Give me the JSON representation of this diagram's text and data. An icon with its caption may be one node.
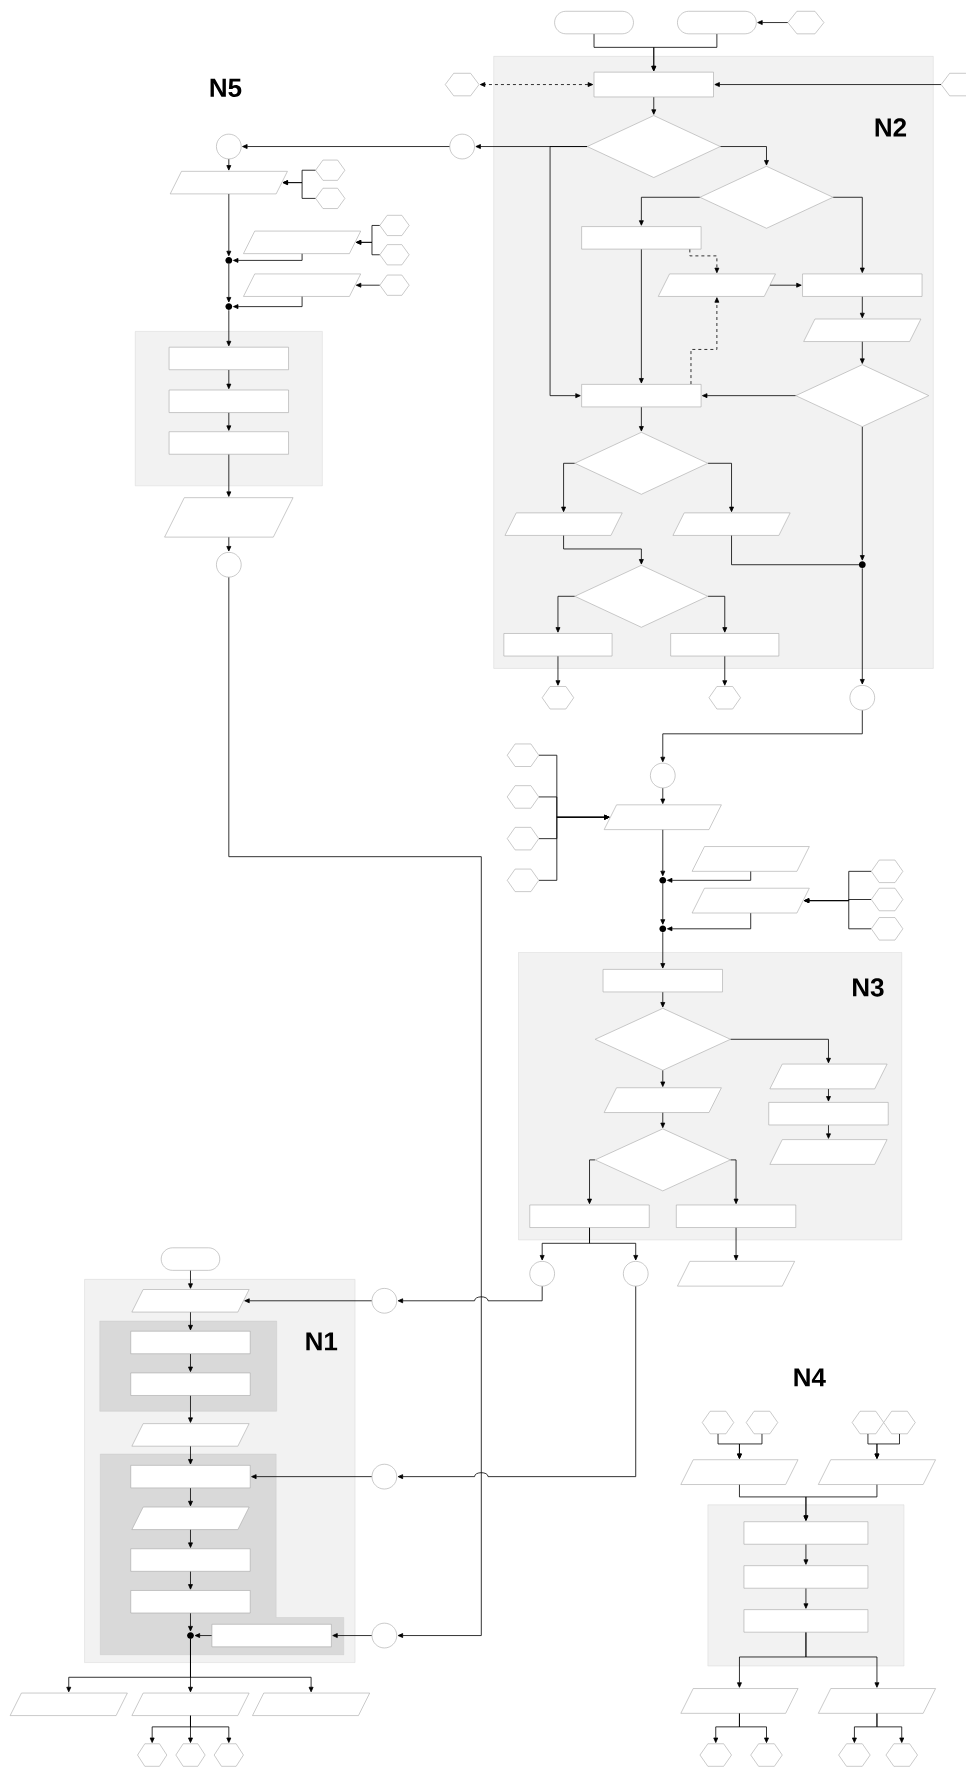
{
  "diagram": {
    "nodes": [
      {
        "text": [],
        "shape": "terminal"
      },
      {
        "text": [],
        "shape": "terminal"
      },
      {
        "text": [],
        "shape": "hexagon"
      },
      {
        "text": [
          "N2"
        ]
      },
      {
        "text": [],
        "shape": "box",
        "in": 3
      },
      {
        "text": [],
        "shape": "hexagon"
      },
      {
        "text": [],
        "shape": "hexagon"
      },
      {
        "text": [],
        "shape": "diamond",
        "in": 3
      },
      {
        "text": [],
        "shape": "circle"
      },
      {
        "text": [],
        "shape": "diamond",
        "in": 3
      },
      {
        "text": [],
        "shape": "box",
        "in": 3
      },
      {
        "text": [],
        "shape": "parallelogram",
        "in": 3
      },
      {
        "text": [],
        "shape": "box",
        "in": 3
      },
      {
        "text": [],
        "shape": "parallelogram",
        "in": 3
      },
      {
        "text": [],
        "shape": "diamond",
        "in": 3
      },
      {
        "text": [],
        "shape": "box",
        "in": 3
      },
      {
        "text": [],
        "shape": "diamond",
        "in": 3
      },
      {
        "text": [],
        "shape": "parallelogram",
        "in": 3
      },
      {
        "text": [],
        "shape": "parallelogram",
        "in": 3
      },
      {
        "text": [],
        "shape": "dot",
        "in": 3
      },
      {
        "text": [],
        "shape": "diamond",
        "in": 3
      },
      {
        "text": [],
        "shape": "box",
        "in": 3
      },
      {
        "text": [],
        "shape": "box",
        "in": 3
      },
      {
        "text": [],
        "shape": "hexagon"
      },
      {
        "text": [],
        "shape": "hexagon"
      },
      {
        "text": [],
        "shape": "circle"
      },
      {
        "text": [],
        "shape": "circle"
      },
      {
        "text": [],
        "shape": "parallelogram"
      },
      {
        "text": [],
        "shape": "hexagon"
      },
      {
        "text": [],
        "shape": "hexagon"
      },
      {
        "text": [],
        "shape": "parallelogram"
      },
      {
        "text": [],
        "shape": "hexagon"
      },
      {
        "text": [],
        "shape": "hexagon"
      },
      {
        "text": [],
        "shape": "dot"
      },
      {
        "text": [],
        "shape": "parallelogram"
      },
      {
        "text": [],
        "shape": "hexagon"
      },
      {
        "text": [],
        "shape": "dot"
      },
      {
        "text": [],
        "shape": "box"
      },
      {
        "text": [],
        "shape": "box",
        "in": 37
      },
      {
        "text": [],
        "shape": "box",
        "in": 37
      },
      {
        "text": [],
        "shape": "box",
        "in": 37
      },
      {
        "text": [],
        "shape": "parallelogram"
      },
      {
        "text": [],
        "shape": "circle"
      },
      {
        "text": [],
        "shape": "circle"
      },
      {
        "text": [],
        "shape": "hexagon"
      },
      {
        "text": [],
        "shape": "hexagon"
      },
      {
        "text": [],
        "shape": "hexagon"
      },
      {
        "text": [],
        "shape": "hexagon"
      },
      {
        "text": [],
        "shape": "parallelogram"
      },
      {
        "text": [],
        "shape": "parallelogram"
      },
      {
        "text": [],
        "shape": "dot"
      },
      {
        "text": [],
        "shape": "parallelogram"
      },
      {
        "text": [],
        "shape": "hexagon"
      },
      {
        "text": [],
        "shape": "hexagon"
      },
      {
        "text": [],
        "shape": "hexagon"
      },
      {
        "text": [],
        "shape": "dot"
      },
      {
        "text": [
          "N3"
        ]
      },
      {
        "text": [],
        "shape": "box",
        "in": 56
      },
      {
        "text": [],
        "shape": "diamond",
        "in": 56
      },
      {
        "text": [],
        "shape": "parallelogram",
        "in": 56
      },
      {
        "text": [],
        "shape": "box",
        "in": 56
      },
      {
        "text": [],
        "shape": "parallelogram",
        "in": 56
      },
      {
        "text": [],
        "shape": "parallelogram",
        "in": 56
      },
      {
        "text": [],
        "shape": "diamond",
        "in": 56
      },
      {
        "text": [],
        "shape": "box",
        "in": 56
      },
      {
        "text": [],
        "shape": "box",
        "in": 56
      },
      {
        "text": [],
        "shape": "circle"
      },
      {
        "text": [],
        "shape": "circle"
      },
      {
        "text": [],
        "shape": "parallelogram"
      },
      {
        "text": [],
        "shape": "terminal"
      },
      {
        "text": [
          "N1"
        ]
      },
      {
        "text": [],
        "shape": "parallelogram",
        "in": 70
      },
      {
        "text": [],
        "shape": "box",
        "in": 70
      },
      {
        "text": [],
        "shape": "box",
        "in": 72
      },
      {
        "text": [],
        "shape": "box",
        "in": 72
      },
      {
        "text": [],
        "shape": "parallelogram",
        "in": 70
      },
      {
        "text": [],
        "shape": "box",
        "in": 70
      },
      {
        "text": [],
        "shape": "box",
        "in": 76
      },
      {
        "text": [],
        "shape": "parallelogram",
        "in": 76
      },
      {
        "text": [],
        "shape": "box",
        "in": 76
      },
      {
        "text": [],
        "shape": "box",
        "in": 76
      },
      {
        "text": [],
        "shape": "dot",
        "in": 76
      },
      {
        "text": [],
        "shape": "box",
        "in": 76
      },
      {
        "text": [],
        "shape": "circle"
      },
      {
        "text": [],
        "shape": "circle"
      },
      {
        "text": [],
        "shape": "circle"
      },
      {
        "text": [],
        "shape": "parallelogram"
      },
      {
        "text": [],
        "shape": "parallelogram"
      },
      {
        "text": [],
        "shape": "parallelogram"
      },
      {
        "text": [],
        "shape": "hexagon"
      },
      {
        "text": [],
        "shape": "hexagon"
      },
      {
        "text": [],
        "shape": "hexagon"
      },
      {
        "text": [],
        "shape": "hexagon"
      },
      {
        "text": [],
        "shape": "hexagon"
      },
      {
        "text": [],
        "shape": "hexagon"
      },
      {
        "text": [],
        "shape": "hexagon"
      },
      {
        "text": [],
        "shape": "parallelogram"
      },
      {
        "text": [],
        "shape": "parallelogram"
      },
      {
        "text": [],
        "shape": "box"
      },
      {
        "text": [],
        "shape": "box",
        "in": 98
      },
      {
        "text": [],
        "shape": "box",
        "in": 98
      },
      {
        "text": [],
        "shape": "box",
        "in": 98
      },
      {
        "text": [],
        "shape": "parallelogram"
      },
      {
        "text": [],
        "shape": "parallelogram"
      },
      {
        "text": [],
        "shape": "hexagon"
      },
      {
        "text": [],
        "shape": "hexagon"
      },
      {
        "text": [],
        "shape": "hexagon"
      },
      {
        "text": [],
        "shape": "hexagon"
      }
    ],
    "edges": [
      {
        "from": 0,
        "to": 4,
        "arrow": "to"
      },
      {
        "from": 1,
        "to": 4,
        "arrow": "to"
      },
      {
        "from": 2,
        "to": 1,
        "arrow": "to"
      },
      {
        "from": 4,
        "to": 5,
        "arrow": "both",
        "style": "dashed"
      },
      {
        "from": 6,
        "to": 4,
        "arrow": "to"
      },
      {
        "from": 4,
        "to": 7,
        "arrow": "to"
      },
      {
        "from": 7,
        "to": 8,
        "arrow": "to"
      },
      {
        "from": 7,
        "to": 15,
        "arrow": "to"
      },
      {
        "from": 8,
        "to": 26,
        "arrow": "to"
      },
      {
        "from": 7,
        "to": 9,
        "arrow": "to"
      },
      {
        "from": 9,
        "to": 10,
        "arrow": "to"
      },
      {
        "from": 9,
        "to": 12,
        "arrow": "to"
      },
      {
        "from": 10,
        "to": 11,
        "arrow": "to",
        "style": "dashed"
      },
      {
        "from": 11,
        "to": 12,
        "arrow": "to"
      },
      {
        "from": 10,
        "to": 15,
        "arrow": "to"
      },
      {
        "from": 15,
        "to": 11,
        "arrow": "to",
        "style": "dashed"
      },
      {
        "from": 12,
        "to": 13,
        "arrow": "to"
      },
      {
        "from": 13,
        "to": 14,
        "arrow": "to"
      },
      {
        "from": 14,
        "to": 15,
        "arrow": "to"
      },
      {
        "from": 14,
        "to": 19,
        "arrow": "to"
      },
      {
        "from": 15,
        "to": 16,
        "arrow": "to"
      },
      {
        "from": 16,
        "to": 17,
        "arrow": "to"
      },
      {
        "from": 16,
        "to": 18,
        "arrow": "to"
      },
      {
        "from": 17,
        "to": 20,
        "arrow": "to"
      },
      {
        "from": 18,
        "to": 19,
        "arrow": "to"
      },
      {
        "from": 19,
        "to": 25,
        "arrow": "to"
      },
      {
        "from": 20,
        "to": 21,
        "arrow": "to"
      },
      {
        "from": 20,
        "to": 22,
        "arrow": "to"
      },
      {
        "from": 21,
        "to": 23,
        "arrow": "to"
      },
      {
        "from": 22,
        "to": 24,
        "arrow": "to"
      },
      {
        "from": 25,
        "to": 43,
        "arrow": "to"
      },
      {
        "from": 26,
        "to": 27,
        "arrow": "to"
      },
      {
        "from": 28,
        "to": 27,
        "arrow": "to"
      },
      {
        "from": 29,
        "to": 27,
        "arrow": "to"
      },
      {
        "from": 27,
        "to": 33,
        "arrow": "to"
      },
      {
        "from": 31,
        "to": 30,
        "arrow": "to"
      },
      {
        "from": 32,
        "to": 30,
        "arrow": "to"
      },
      {
        "from": 30,
        "to": 33,
        "arrow": "to"
      },
      {
        "from": 33,
        "to": 36,
        "arrow": "to"
      },
      {
        "from": 35,
        "to": 34,
        "arrow": "to"
      },
      {
        "from": 34,
        "to": 36,
        "arrow": "to"
      },
      {
        "from": 36,
        "to": 38,
        "arrow": "to"
      },
      {
        "from": 38,
        "to": 39,
        "arrow": "to"
      },
      {
        "from": 39,
        "to": 40,
        "arrow": "to"
      },
      {
        "from": 40,
        "to": 41,
        "arrow": "to"
      },
      {
        "from": 41,
        "to": 42,
        "arrow": "to"
      },
      {
        "from": 42,
        "to": 85,
        "arrow": "to"
      },
      {
        "from": 43,
        "to": 48,
        "arrow": "to"
      },
      {
        "from": 44,
        "to": 48,
        "arrow": "to"
      },
      {
        "from": 45,
        "to": 48,
        "arrow": "to"
      },
      {
        "from": 46,
        "to": 48,
        "arrow": "to"
      },
      {
        "from": 47,
        "to": 48,
        "arrow": "to"
      },
      {
        "from": 48,
        "to": 50,
        "arrow": "to"
      },
      {
        "from": 49,
        "to": 50,
        "arrow": "to"
      },
      {
        "from": 50,
        "to": 55,
        "arrow": "to"
      },
      {
        "from": 52,
        "to": 51,
        "arrow": "to"
      },
      {
        "from": 53,
        "to": 51,
        "arrow": "to"
      },
      {
        "from": 54,
        "to": 51,
        "arrow": "to"
      },
      {
        "from": 51,
        "to": 55,
        "arrow": "to"
      },
      {
        "from": 55,
        "to": 57,
        "arrow": "to"
      },
      {
        "from": 57,
        "to": 58,
        "arrow": "to"
      },
      {
        "from": 58,
        "to": 59,
        "arrow": "to"
      },
      {
        "from": 59,
        "to": 60,
        "arrow": "to"
      },
      {
        "from": 60,
        "to": 61,
        "arrow": "to"
      },
      {
        "from": 58,
        "to": 62,
        "arrow": "to"
      },
      {
        "from": 62,
        "to": 63,
        "arrow": "to"
      },
      {
        "from": 63,
        "to": 64,
        "arrow": "to"
      },
      {
        "from": 63,
        "to": 65,
        "arrow": "to"
      },
      {
        "from": 64,
        "to": 66,
        "arrow": "to"
      },
      {
        "from": 64,
        "to": 67,
        "arrow": "to"
      },
      {
        "from": 65,
        "to": 68,
        "arrow": "to"
      },
      {
        "from": 66,
        "to": 83,
        "arrow": "to"
      },
      {
        "from": 67,
        "to": 84,
        "arrow": "to"
      },
      {
        "from": 83,
        "to": 71,
        "arrow": "to"
      },
      {
        "from": 84,
        "to": 77,
        "arrow": "to"
      },
      {
        "from": 85,
        "to": 82,
        "arrow": "to"
      },
      {
        "from": 69,
        "to": 71,
        "arrow": "to"
      },
      {
        "from": 71,
        "to": 73,
        "arrow": "to"
      },
      {
        "from": 73,
        "to": 74,
        "arrow": "to"
      },
      {
        "from": 74,
        "to": 75,
        "arrow": "to"
      },
      {
        "from": 75,
        "to": 77,
        "arrow": "to"
      },
      {
        "from": 77,
        "to": 78,
        "arrow": "to"
      },
      {
        "from": 78,
        "to": 79,
        "arrow": "to"
      },
      {
        "from": 79,
        "to": 80,
        "arrow": "to"
      },
      {
        "from": 80,
        "to": 81,
        "arrow": "to"
      },
      {
        "from": 82,
        "to": 81,
        "arrow": "to"
      },
      {
        "from": 81,
        "to": 86,
        "arrow": "to"
      },
      {
        "from": 81,
        "to": 87,
        "arrow": "to"
      },
      {
        "from": 81,
        "to": 88,
        "arrow": "to"
      },
      {
        "from": 87,
        "to": 89,
        "arrow": "to"
      },
      {
        "from": 87,
        "to": 90,
        "arrow": "to"
      },
      {
        "from": 87,
        "to": 91,
        "arrow": "to"
      },
      {
        "from": 92,
        "to": 96,
        "arrow": "to"
      },
      {
        "from": 93,
        "to": 96,
        "arrow": "to"
      },
      {
        "from": 94,
        "to": 97,
        "arrow": "to"
      },
      {
        "from": 95,
        "to": 97,
        "arrow": "to"
      },
      {
        "from": 96,
        "to": 99,
        "arrow": "to"
      },
      {
        "from": 97,
        "to": 99,
        "arrow": "to"
      },
      {
        "from": 99,
        "to": 100,
        "arrow": "to"
      },
      {
        "from": 100,
        "to": 101,
        "arrow": "to"
      },
      {
        "from": 101,
        "to": 102,
        "arrow": "to"
      },
      {
        "from": 101,
        "to": 103,
        "arrow": "to"
      },
      {
        "from": 102,
        "to": 104,
        "arrow": "to"
      },
      {
        "from": 102,
        "to": 105,
        "arrow": "to"
      },
      {
        "from": 103,
        "to": 106,
        "arrow": "to"
      },
      {
        "from": 103,
        "to": 107,
        "arrow": "to"
      }
    ],
    "labels": [
      "N5",
      "N4"
    ]
  }
}
